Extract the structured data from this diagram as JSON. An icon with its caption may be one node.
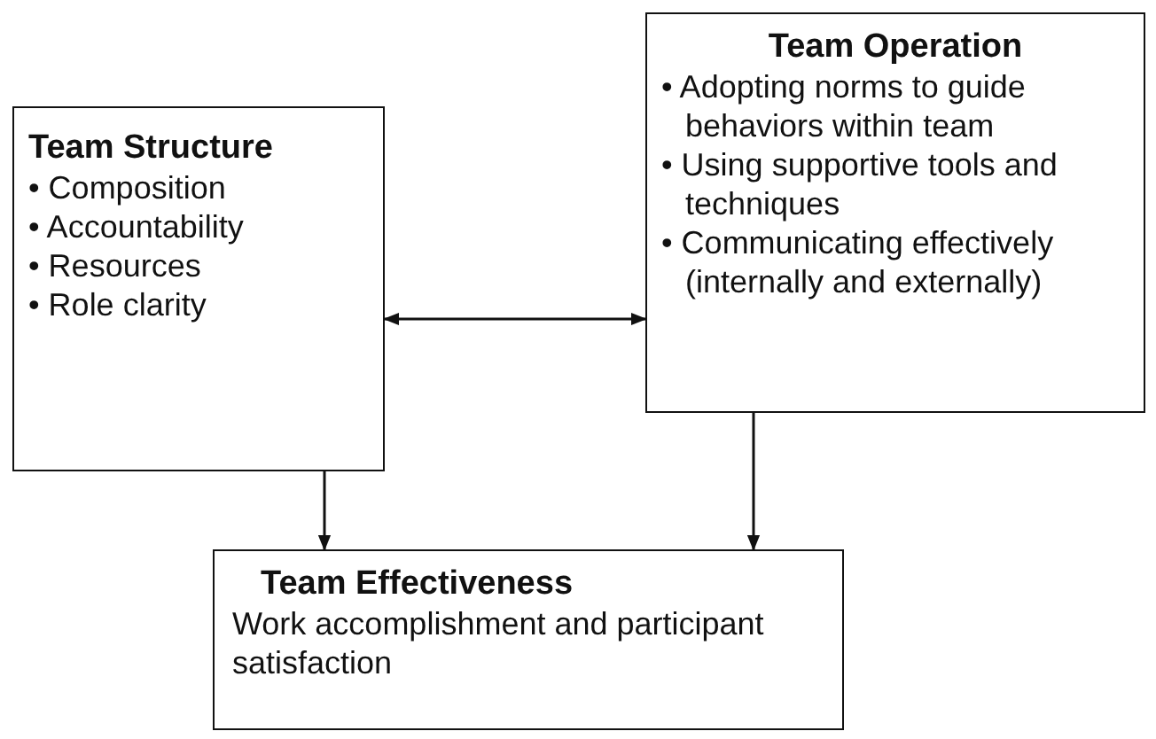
{
  "diagram": {
    "nodes": [
      {
        "text": [
          "Team Structure",
          "• Composition",
          "• Accountability",
          "• Resources",
          "• Role clarity"
        ]
      },
      {
        "text": [
          "Team Operation",
          "• Adopting norms to guide behaviors within team",
          "• Using supportive tools and techniques",
          "• Communicating effectively (internally and externally)"
        ]
      },
      {
        "text": [
          "Team Effectiveness",
          "Work accomplishment and participant satisfaction"
        ]
      }
    ],
    "edges": [
      {
        "from": 0,
        "to": 1,
        "arrow": "both"
      },
      {
        "from": 0,
        "to": 2,
        "arrow": "to"
      },
      {
        "from": 1,
        "to": 2,
        "arrow": "to"
      }
    ]
  }
}
